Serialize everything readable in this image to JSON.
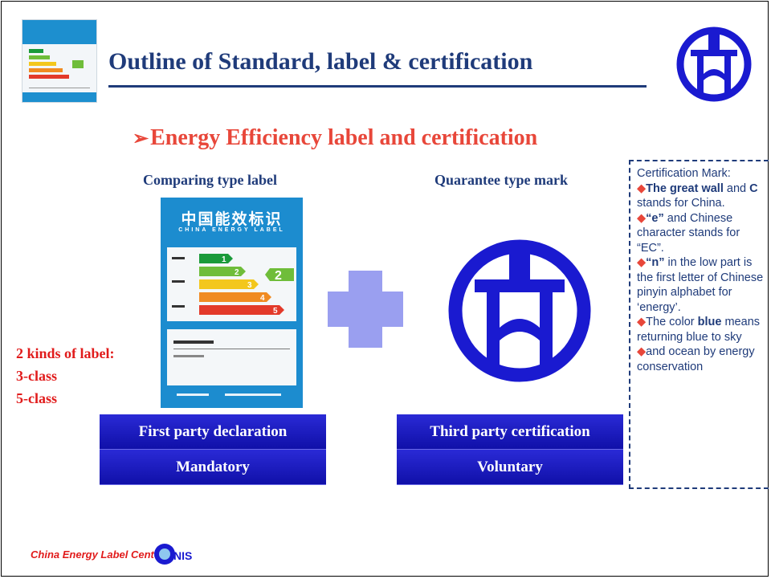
{
  "slide": {
    "title": "Outline of Standard, label & certification",
    "subtitle": "Energy Efficiency label and certification",
    "left_heading": "Comparing type label",
    "right_heading": "Quarantee type mark",
    "label_image": {
      "header_cn": "中国能效标识",
      "header_en": "CHINA ENERGY LABEL",
      "grade_big": "2",
      "grades": [
        "1",
        "2",
        "3",
        "4",
        "5"
      ],
      "colors": [
        "#1a9a3a",
        "#6fbd3a",
        "#f3c71d",
        "#f08b22",
        "#e33a2a"
      ]
    },
    "kinds": [
      "2 kinds of label:",
      "3-class",
      "5-class"
    ],
    "left_buttons": [
      "First party declaration",
      "Mandatory"
    ],
    "right_buttons": [
      "Third party certification",
      "Voluntary"
    ],
    "side_text": {
      "intro": "Certification Mark:",
      "items": [
        {
          "bold": "The great wall",
          "mid": " and ",
          "bold2": "C",
          "rest": " stands for China."
        },
        {
          "bold": "“e”",
          "rest": " and Chinese character stands for “EC”."
        },
        {
          "bold": "“n”",
          "rest": " in the low part is the first letter of Chinese pinyin alphabet for ‘energy’."
        },
        {
          "pre": "The color ",
          "bold": "blue",
          "rest": " means returning blue to sky"
        },
        {
          "rest": "and ocean by energy conservation"
        }
      ]
    },
    "footer": "China Energy Label Center,",
    "logo_text": "NIS",
    "colors": {
      "brand": "#1f3b7a",
      "accent": "#e8473a",
      "button": "#1818c0",
      "cross": "#9a9ff0",
      "logo": "#1a1ad0"
    }
  }
}
